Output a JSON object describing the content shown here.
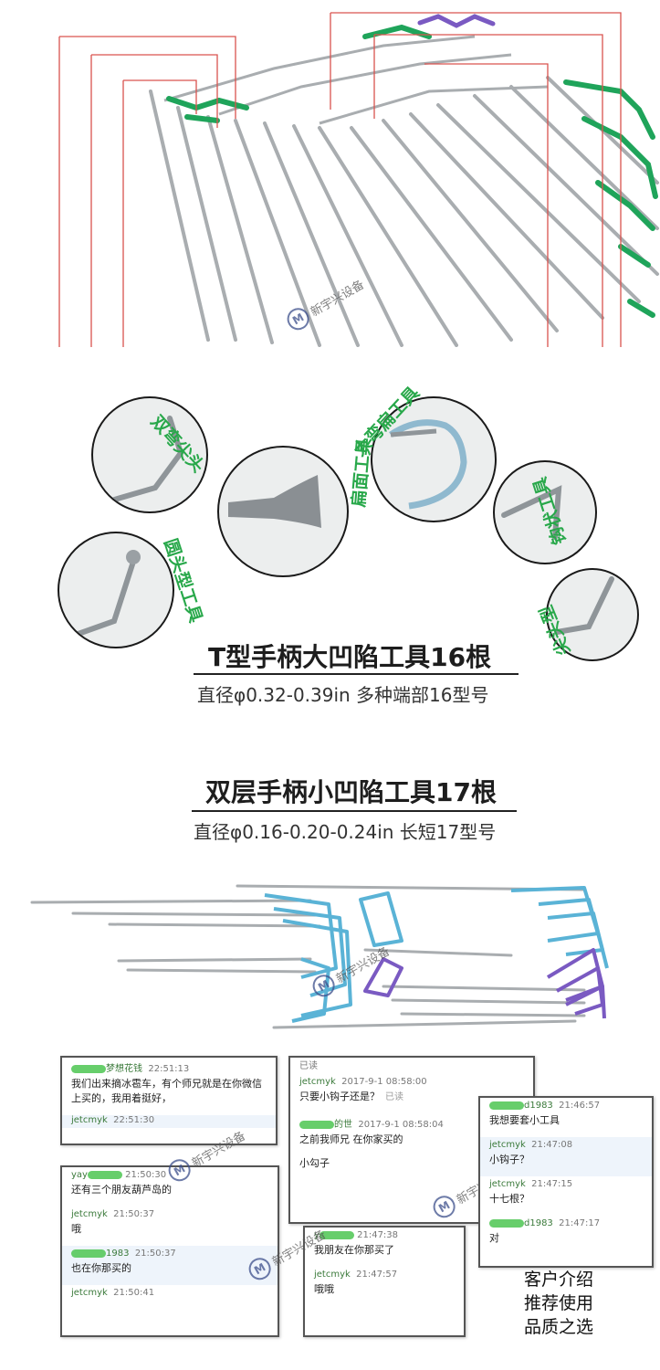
{
  "labels": {
    "double_bend": "双弯尖头",
    "round_head": "圆头型工具",
    "flat_face": "扁面工具",
    "large_bend_flat": "大弯扁工具",
    "hook": "钩状工具",
    "tip": "尖头型"
  },
  "section1": {
    "title": "T型手柄大凹陷工具16根",
    "subtitle": "直径φ0.32-0.39in  多种端部16型号"
  },
  "section2": {
    "title": "双层手柄小凹陷工具17根",
    "subtitle": "直径φ0.16-0.20-0.24in  长短17型号"
  },
  "watermark": {
    "logo": "M",
    "text": "新宇兴设备"
  },
  "chats": {
    "a": {
      "name_suffix": "梦想花钱",
      "time1": "22:51:13",
      "msg1": "我们出来摘冰雹车，有个师兄就是在你微信上买的，我用着挺好，",
      "name2": "jetcmyk",
      "time2": "22:51:30"
    },
    "b": {
      "name1": "yay",
      "time1": "21:50:30",
      "msg1": "还有三个朋友葫芦岛的",
      "name2": "jetcmyk",
      "time2": "21:50:37",
      "msg2": "哦",
      "name3_suffix": "1983",
      "time3": "21:50:37",
      "msg3": "也在你那买的",
      "name4": "jetcmyk",
      "time4": "21:50:41"
    },
    "c": {
      "top_msg": "已读",
      "name1": "jetcmyk",
      "time1": "2017-9-1 08:58:00",
      "msg1": "只要小钩子还是？",
      "read1": "已读",
      "name2_suffix": "的世",
      "time2": "2017-9-1 08:58:04",
      "msg2": "之前我师兄 在你家买的",
      "msg3": "小勾子"
    },
    "d": {
      "name1": "y",
      "time1": "21:47:38",
      "msg1": "我朋友在你那买了",
      "name2": "jetcmyk",
      "time2": "21:47:57",
      "msg2": "哦哦"
    },
    "e": {
      "name1_suffix": "d1983",
      "time1": "21:46:57",
      "msg1": "我想要套小工具",
      "name2": "jetcmyk",
      "time2": "21:47:08",
      "msg2": "小钩子？",
      "name3": "jetcmyk",
      "time3": "21:47:15",
      "msg3": "十七根？",
      "name4_suffix": "d1983",
      "time4": "21:47:17",
      "msg4": "对"
    }
  },
  "promo": {
    "line1": "客户介绍",
    "line2": "推荐使用",
    "line3": "品质之选"
  },
  "colors": {
    "green_handle": "#1fa45a",
    "blue_handle": "#5ab3d6",
    "purple_handle": "#7a5ac2",
    "callout_line": "#d9534f",
    "label_green": "#28a84a"
  }
}
